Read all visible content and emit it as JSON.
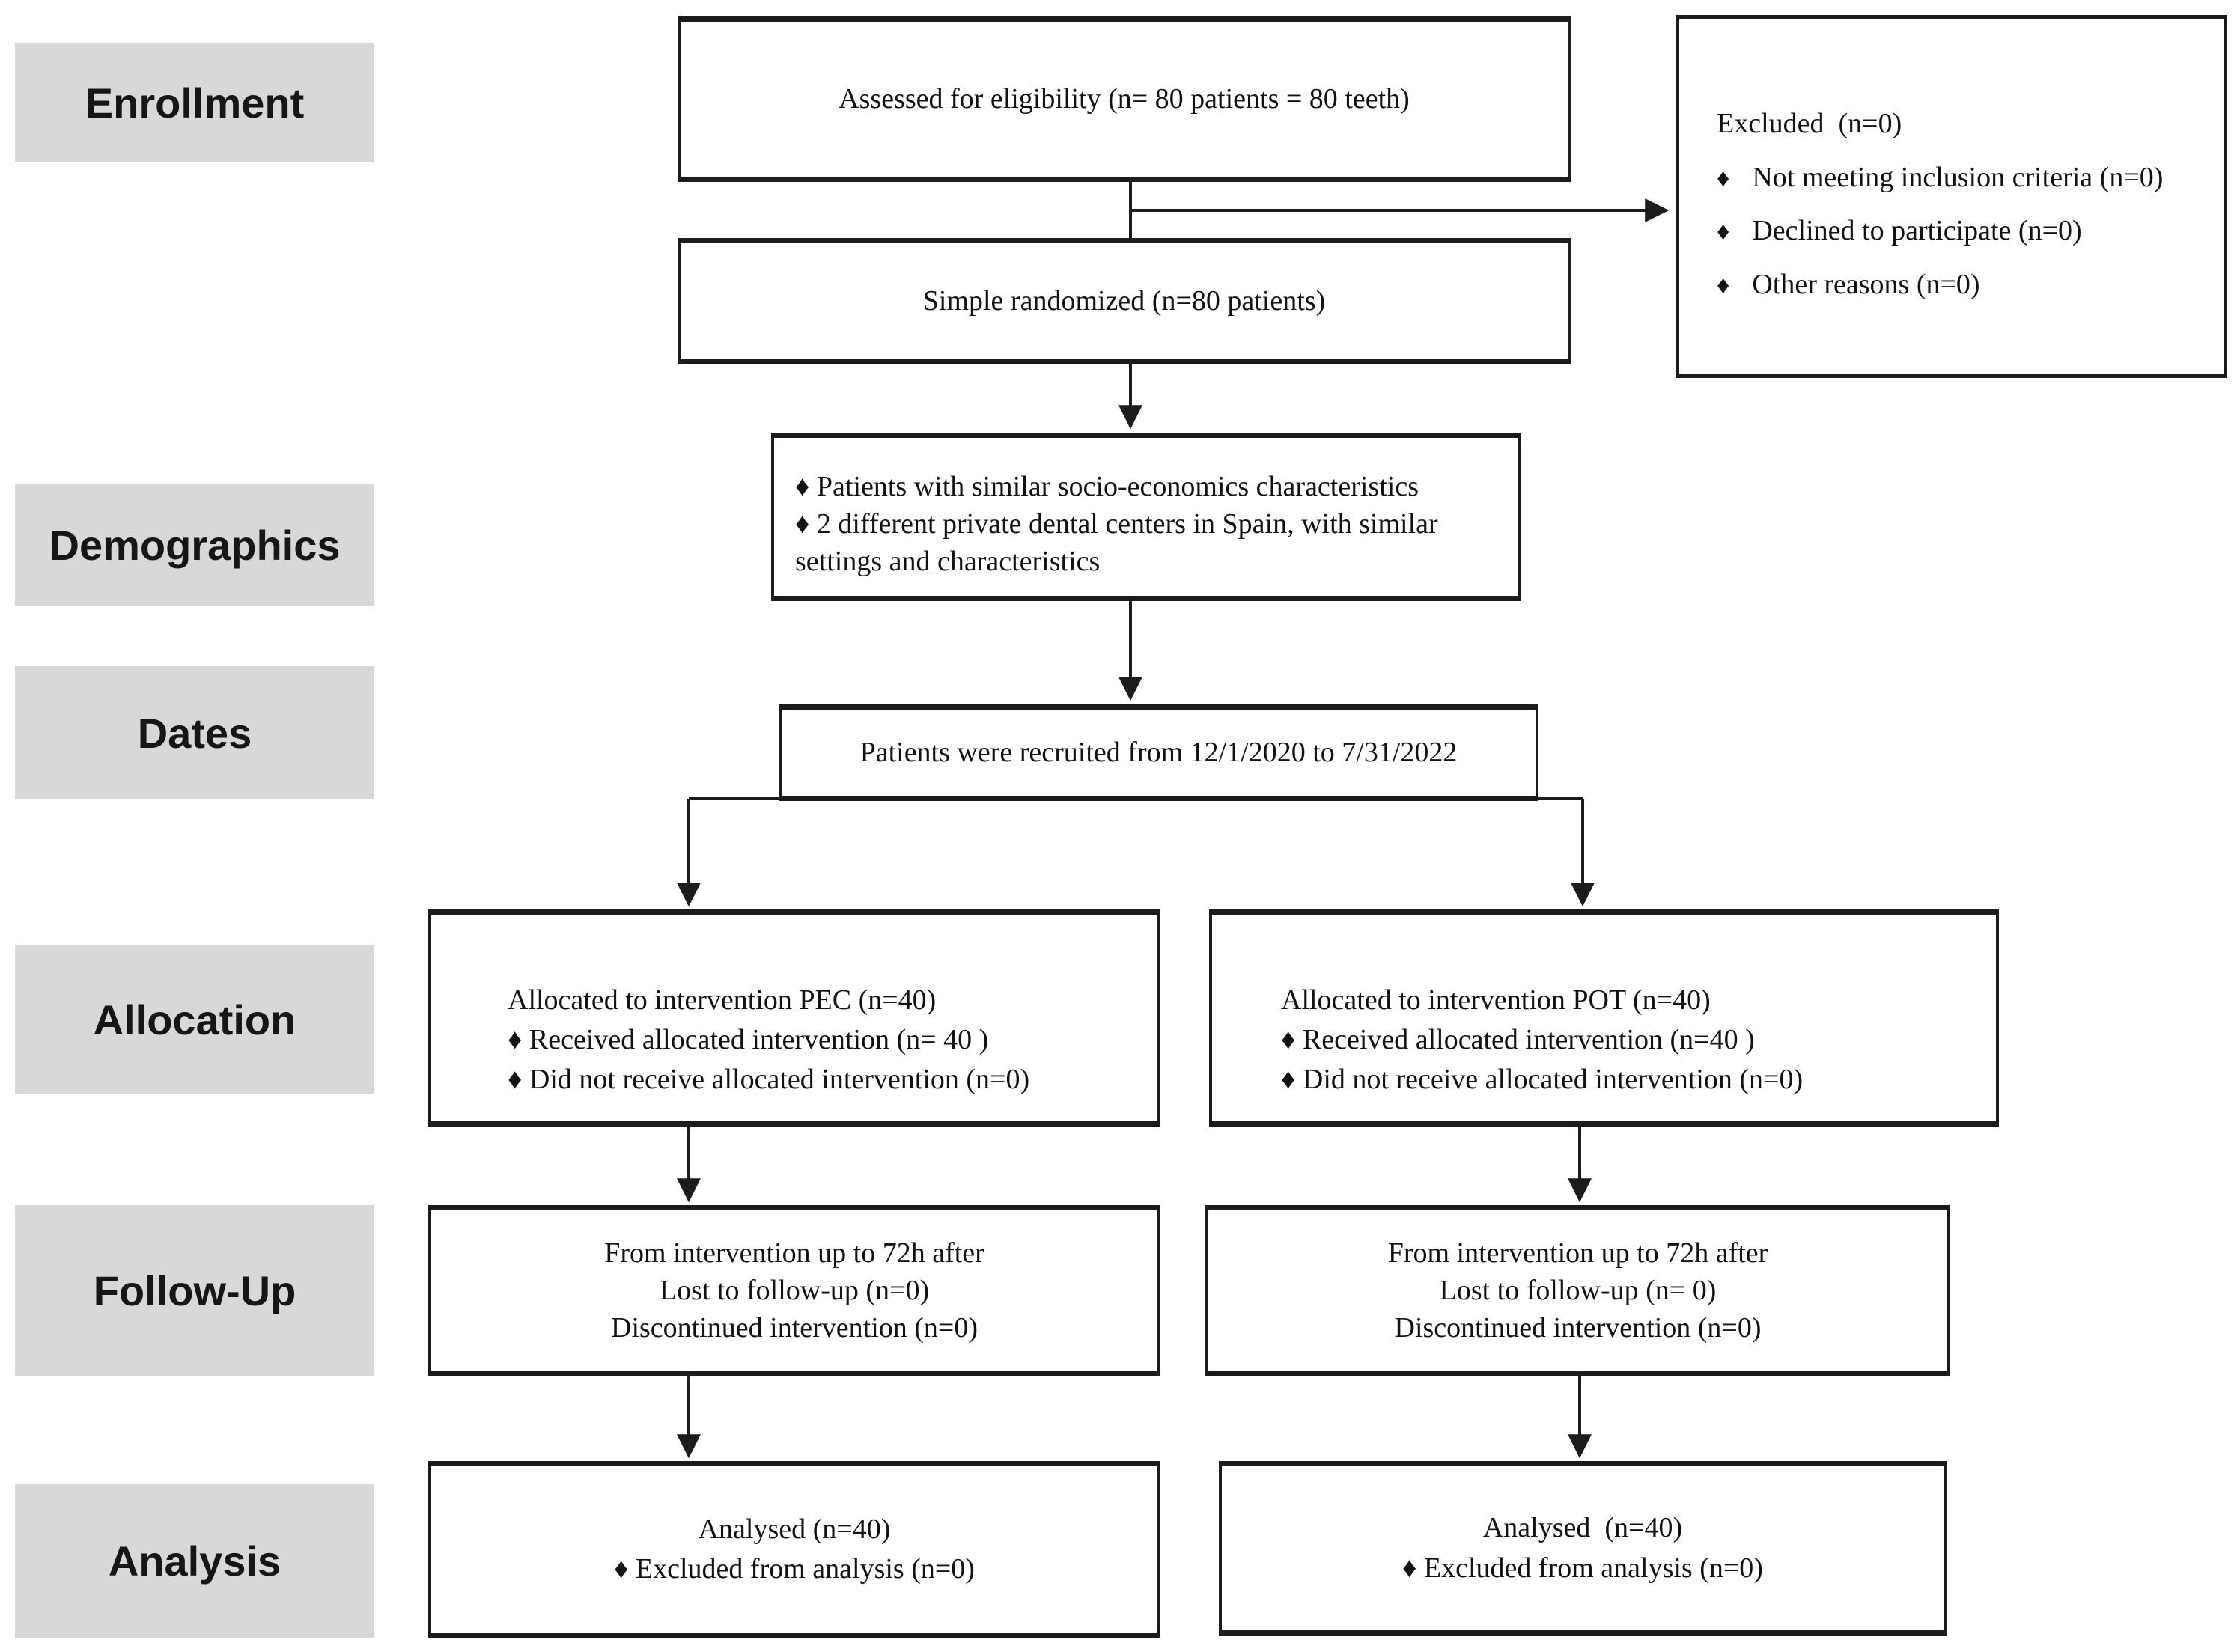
{
  "figure": {
    "background": "#ffffff",
    "box_border_color": "#1c1c1c",
    "stage_label_bg": "#d8d8d8",
    "text_color": "#121212"
  },
  "stages": [
    "Enrollment",
    "Demographics",
    "Dates",
    "Allocation",
    "Follow-Up",
    "Analysis"
  ],
  "boxes": {
    "assessed": {
      "text": "Assessed for eligibility (n= 80 patients = 80 teeth)"
    },
    "excluded": {
      "title": "Excluded  (n=0)",
      "bullet": "♦",
      "items": [
        "Not meeting inclusion criteria (n=0)",
        "Declined to participate (n=0)",
        "Other reasons (n=0)"
      ]
    },
    "randomized": {
      "text": "Simple randomized (n=80 patients)"
    },
    "demographics": {
      "lines": [
        "♦ Patients with similar socio-economics characteristics",
        "♦ 2 different private dental centers in Spain, with similar",
        "settings and characteristics"
      ]
    },
    "dates": {
      "text": "Patients were recruited from 12/1/2020 to 7/31/2022"
    },
    "allocation_pec": {
      "lines": [
        "Allocated to intervention PEC (n=40)",
        "♦ Received allocated intervention (n= 40 )",
        "♦ Did not receive allocated intervention (n=0)"
      ]
    },
    "allocation_pot": {
      "lines": [
        "Allocated to intervention POT (n=40)",
        "♦ Received allocated intervention (n=40 )",
        "♦ Did not receive allocated intervention (n=0)"
      ]
    },
    "followup_pec": {
      "lines": [
        "From intervention up to 72h after",
        "Lost to follow-up (n=0)",
        "Discontinued intervention (n=0)"
      ]
    },
    "followup_pot": {
      "lines": [
        "From intervention up to 72h after",
        "Lost to follow-up (n= 0)",
        "Discontinued intervention (n=0)"
      ]
    },
    "analysis_pec": {
      "lines": [
        "Analysed (n=40)",
        "♦ Excluded from analysis (n=0)"
      ]
    },
    "analysis_pot": {
      "lines": [
        "Analysed  (n=40)",
        "♦ Excluded from analysis (n=0)"
      ]
    }
  }
}
